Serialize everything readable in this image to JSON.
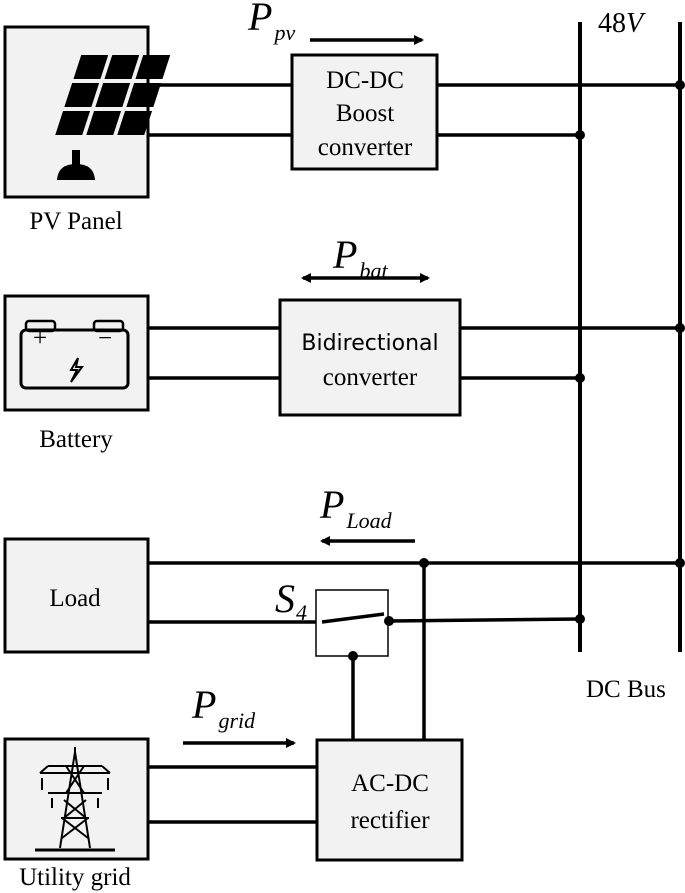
{
  "bus": {
    "voltage_value": "48",
    "voltage_unit": "V",
    "label": "DC Bus"
  },
  "sources": {
    "pv": {
      "label": "PV Panel",
      "icon": "solar-panel-icon"
    },
    "battery": {
      "label": "Battery",
      "icon": "battery-icon",
      "plus": "+",
      "minus": "−"
    },
    "load": {
      "label": "Load"
    },
    "grid": {
      "label": "Utility grid",
      "icon": "transmission-tower-icon"
    }
  },
  "converters": {
    "boost": {
      "line1": "DC-DC",
      "line2": "Boost",
      "line3": "converter"
    },
    "bidirectional": {
      "line1": "Bidirectional",
      "line2": "converter"
    },
    "rectifier": {
      "line1": "AC-DC",
      "line2": "rectifier"
    }
  },
  "switch": {
    "symbol": "S",
    "subscript": "4"
  },
  "power_flows": {
    "pv": {
      "symbol": "P",
      "subscript": "pv",
      "direction": "right"
    },
    "battery": {
      "symbol": "P",
      "subscript": "bat",
      "direction": "both"
    },
    "load": {
      "symbol": "P",
      "subscript": "Load",
      "direction": "left"
    },
    "grid": {
      "symbol": "P",
      "subscript": "grid",
      "direction": "right"
    }
  }
}
